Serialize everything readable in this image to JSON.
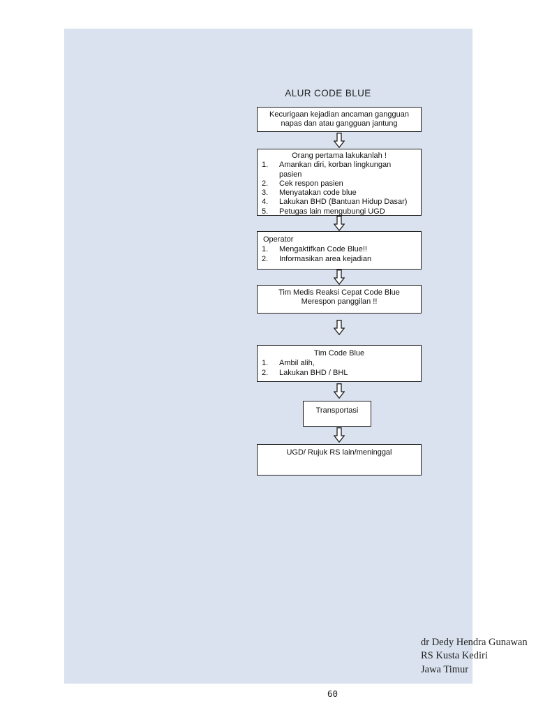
{
  "document": {
    "title": "ALUR CODE BLUE",
    "page_number": "60",
    "attribution": {
      "line1": "dr Dedy Hendra Gunawan",
      "line2": "RS Kusta Kediri",
      "line3": "Jawa Timur"
    },
    "colors": {
      "page_background": "#d9e2ee",
      "canvas_background": "#ffffff",
      "node_background": "#ffffff",
      "node_border": "#1c1c1c",
      "text": "#1a1a1a"
    }
  },
  "flowchart": {
    "nodes": {
      "suspicion": {
        "line1": "Kecurigaan kejadian ancaman gangguan",
        "line2": "napas dan atau gangguan jantung"
      },
      "first_person": {
        "heading": "Orang pertama lakukanlah !",
        "items": [
          {
            "num": "1.",
            "text": "Amankan diri, korban lingkungan pasien"
          },
          {
            "num": "2.",
            "text": "Cek respon pasien"
          },
          {
            "num": "3.",
            "text": "Menyatakan code blue"
          },
          {
            "num": "4.",
            "text": "Lakukan BHD (Bantuan Hidup Dasar)"
          },
          {
            "num": "5.",
            "text": "Petugas lain mengubungi UGD"
          }
        ]
      },
      "operator": {
        "heading": "Operator",
        "items": [
          {
            "num": "1.",
            "text": "Mengaktifkan Code Blue!!"
          },
          {
            "num": "2.",
            "text": "Informasikan area kejadian"
          }
        ]
      },
      "rapid_team": {
        "line1": "Tim Medis Reaksi Cepat Code Blue",
        "line2": "Merespon panggilan !!"
      },
      "code_blue_team": {
        "heading": "Tim Code Blue",
        "items": [
          {
            "num": "1.",
            "text": "Ambil alih,"
          },
          {
            "num": "2.",
            "text": "Lakukan BHD / BHL"
          }
        ]
      },
      "transport": {
        "label": "Transportasi"
      },
      "ugd": {
        "label": "UGD/ Rujuk RS lain/meninggal"
      }
    }
  }
}
